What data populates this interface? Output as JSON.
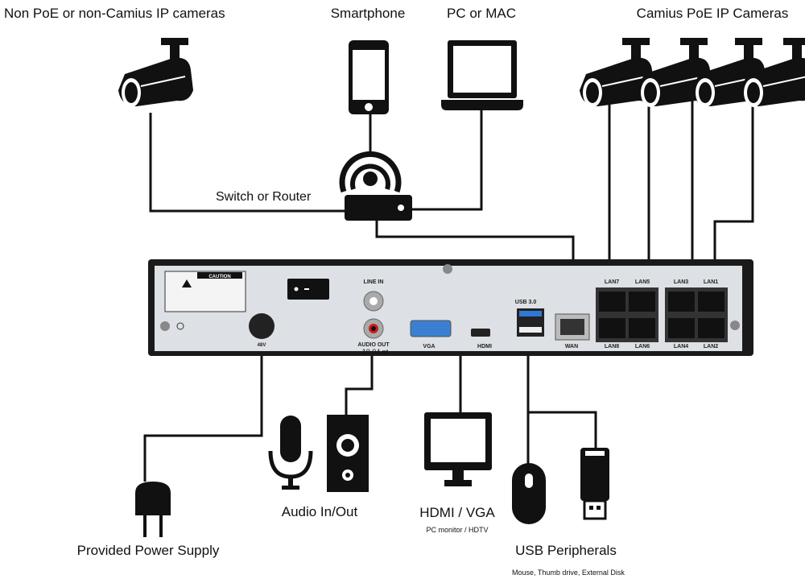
{
  "labels": {
    "non_poe": "Non PoE or non-Camius IP cameras",
    "smartphone": "Smartphone",
    "pc": "PC or MAC",
    "poe_cameras": "Camius PoE IP Cameras",
    "router": "Switch or Router",
    "power": "Provided Power Supply",
    "audio": "Audio In/Out",
    "display": "HDMI / VGA",
    "display_sub": "PC monitor / HDTV",
    "usb": "USB Peripherals",
    "usb_sub": "Mouse, Thumb drive, External Disk"
  },
  "panel": {
    "caution": "CAUTION",
    "power_rating": "48V",
    "line_in": "LINE IN",
    "audio_out": "AUDIO OUT",
    "audio_note": "10.04 pt",
    "vga": "VGA",
    "hdmi": "HDMI",
    "usb": "USB 3.0",
    "wan": "WAN",
    "lan_top": [
      "LAN7",
      "LAN5",
      "LAN3",
      "LAN1"
    ],
    "lan_bottom": [
      "LAN8",
      "LAN6",
      "LAN4",
      "LAN2"
    ]
  },
  "colors": {
    "wire": "#111111",
    "panel": "#dde0e4",
    "vga": "#3b7fd0",
    "usb3": "#2f78d6",
    "audio_out": "#d11a1a"
  }
}
